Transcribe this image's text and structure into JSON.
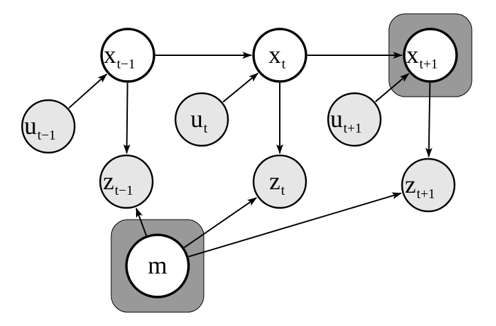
{
  "diagram": {
    "colors": {
      "background": "#ffffff",
      "stroke": "#000000",
      "observed_fill": "#e6e6e6",
      "latent_fill": "#ffffff",
      "highlight_fill": "#999999"
    },
    "nodes": [
      {
        "id": "x_prev",
        "base": "x",
        "sub": "t−1",
        "kind": "latent",
        "highlighted": false
      },
      {
        "id": "x_t",
        "base": "x",
        "sub": "t",
        "kind": "latent",
        "highlighted": false
      },
      {
        "id": "x_next",
        "base": "x",
        "sub": "t+1",
        "kind": "latent",
        "highlighted": true
      },
      {
        "id": "u_prev",
        "base": "u",
        "sub": "t−1",
        "kind": "observed",
        "highlighted": false
      },
      {
        "id": "u_t",
        "base": "u",
        "sub": "t",
        "kind": "observed",
        "highlighted": false
      },
      {
        "id": "u_next",
        "base": "u",
        "sub": "t+1",
        "kind": "observed",
        "highlighted": false
      },
      {
        "id": "z_prev",
        "base": "z",
        "sub": "t−1",
        "kind": "observed",
        "highlighted": false
      },
      {
        "id": "z_t",
        "base": "z",
        "sub": "t",
        "kind": "observed",
        "highlighted": false
      },
      {
        "id": "z_next",
        "base": "z",
        "sub": "t+1",
        "kind": "observed",
        "highlighted": false
      },
      {
        "id": "m",
        "base": "m",
        "sub": "",
        "kind": "latent",
        "highlighted": true
      }
    ],
    "edges": [
      {
        "from": "x_prev",
        "to": "x_t"
      },
      {
        "from": "x_t",
        "to": "x_next"
      },
      {
        "from": "u_prev",
        "to": "x_prev"
      },
      {
        "from": "u_t",
        "to": "x_t"
      },
      {
        "from": "u_next",
        "to": "x_next"
      },
      {
        "from": "x_prev",
        "to": "z_prev"
      },
      {
        "from": "x_t",
        "to": "z_t"
      },
      {
        "from": "x_next",
        "to": "z_next"
      },
      {
        "from": "m",
        "to": "z_prev"
      },
      {
        "from": "m",
        "to": "z_t"
      },
      {
        "from": "m",
        "to": "z_next"
      }
    ]
  }
}
